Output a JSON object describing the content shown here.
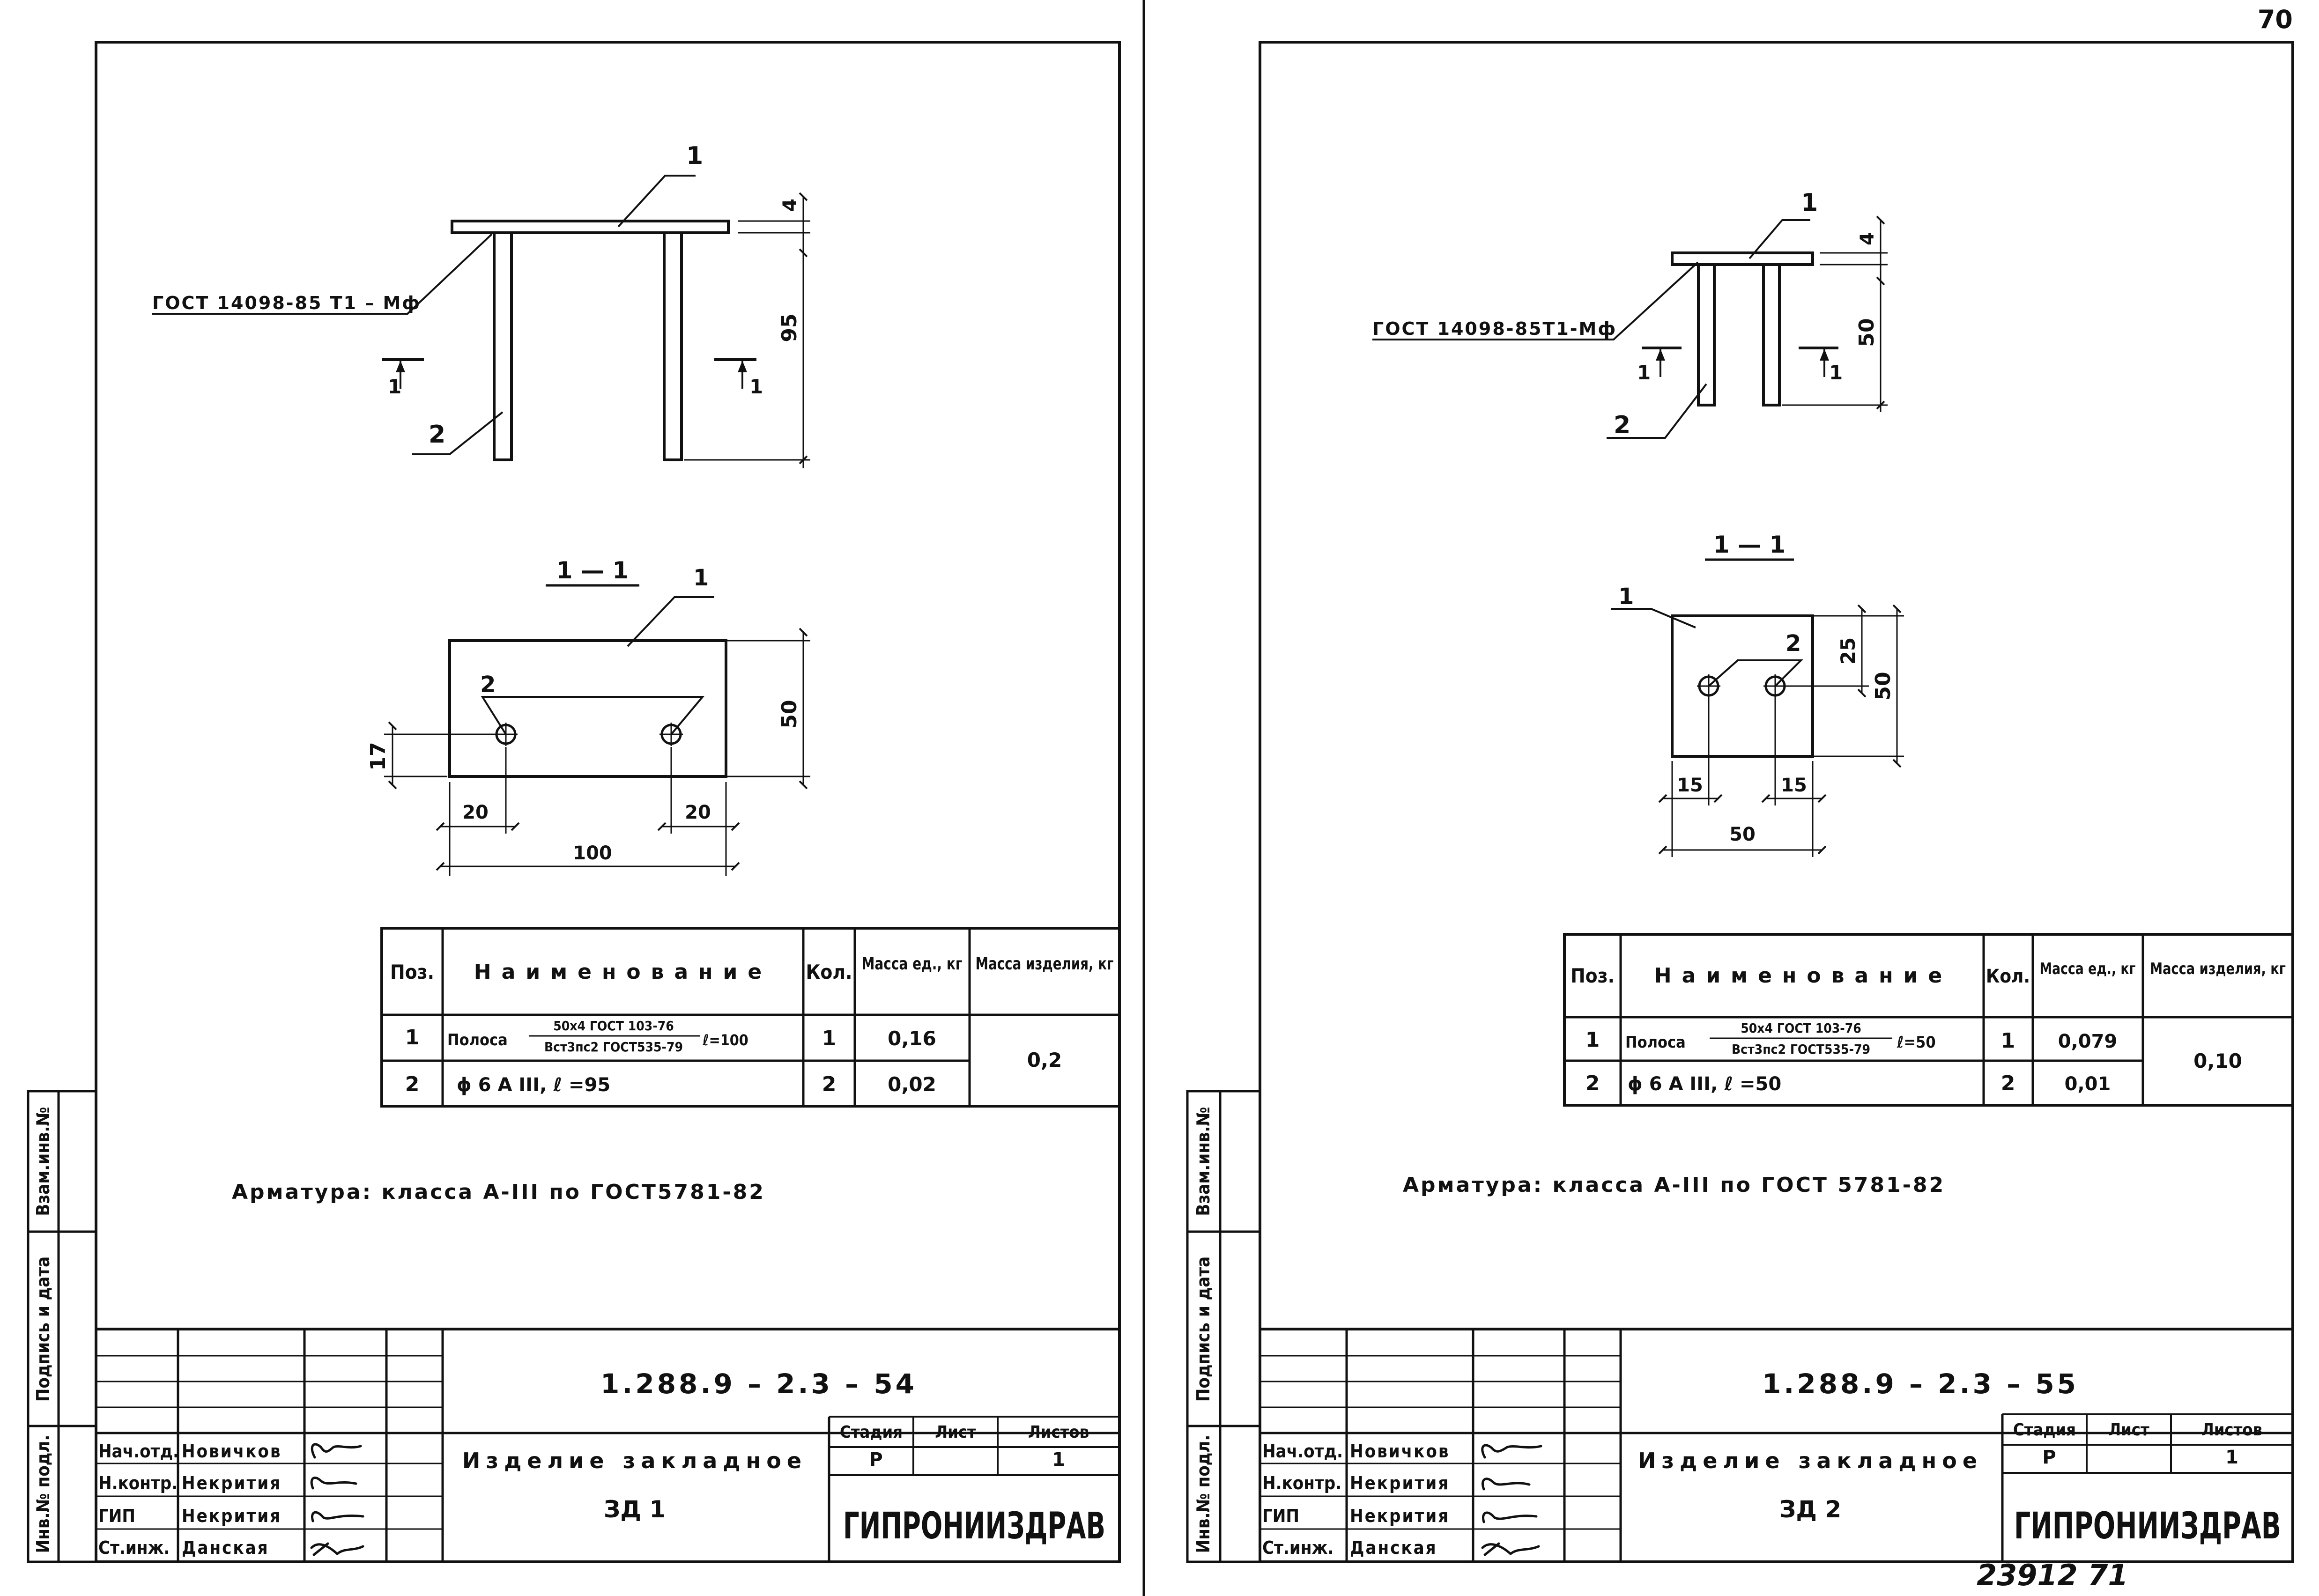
{
  "page_number": "70",
  "footer_note": "23912   71",
  "sheets": [
    {
      "id": "left",
      "elevation": {
        "callout_top": "1",
        "callout_bar": "2",
        "weld_note": "ГОСТ 14098-85 Т1 – Мф",
        "section_mark": "1",
        "dim_plate_thickness": "4",
        "dim_height": "95"
      },
      "section": {
        "title": "1 — 1",
        "callout_plate": "1",
        "callout_bar": "2",
        "dim_height": "50",
        "dim_bar_offset": "17",
        "dim_edge_left": "20",
        "dim_edge_right": "20",
        "dim_width": "100"
      },
      "spec": {
        "headers": [
          "Поз.",
          "Наименование",
          "Кол.",
          "Масса ед., кг",
          "Масса изделия, кг"
        ],
        "rows": [
          {
            "pos": "1",
            "name_prefix": "Полоса",
            "name_top": "50x4 ГОСТ 103-76",
            "name_bottom": "Вст3пс2 ГОСТ535-79",
            "name_suffix": "ℓ=100",
            "qty": "1",
            "mass": "0,16"
          },
          {
            "pos": "2",
            "name": "ϕ 6 А III, ℓ =95",
            "qty": "2",
            "mass": "0,02"
          }
        ],
        "total_mass": "0,2"
      },
      "rebar_note": "Арматура: класса А-III по ГОСТ5781-82",
      "title_block": {
        "doc_code": "1.288.9 – 2.3 – 54",
        "name": "Изделие закладное",
        "mark": "ЗД 1",
        "stage_label": "Стадия",
        "sheet_label": "Лист",
        "sheets_label": "Листов",
        "stage": "Р",
        "sheets": "1",
        "org": "ГИПРОНИИЗДРАВ",
        "staff": [
          {
            "role": "Нач.отд.",
            "person": "Новичков"
          },
          {
            "role": "Н.контр.",
            "person": "Некрития"
          },
          {
            "role": "ГИП",
            "person": "Некрития"
          },
          {
            "role": "Ст.инж.",
            "person": "Данская"
          }
        ]
      },
      "side_labels": [
        "Инв.№ подл.",
        "Подпись и дата",
        "Взам.инв.№"
      ]
    },
    {
      "id": "right",
      "elevation": {
        "callout_top": "1",
        "callout_bar": "2",
        "weld_note": "ГОСТ 14098-85Т1-Мф",
        "section_mark": "1",
        "dim_plate_thickness": "4",
        "dim_height": "50"
      },
      "section": {
        "title": "1 — 1",
        "callout_plate": "1",
        "callout_bar": "2",
        "dim_height": "50",
        "dim_bar_offset": "25",
        "dim_edge_left": "15",
        "dim_edge_right": "15",
        "dim_width": "50"
      },
      "spec": {
        "headers": [
          "Поз.",
          "Наименование",
          "Кол.",
          "Масса ед., кг",
          "Масса изделия, кг"
        ],
        "rows": [
          {
            "pos": "1",
            "name_prefix": "Полоса",
            "name_top": "50x4 ГОСТ 103-76",
            "name_bottom": "Вст3пс2 ГОСТ535-79",
            "name_suffix": "ℓ=50",
            "qty": "1",
            "mass": "0,079"
          },
          {
            "pos": "2",
            "name": "ϕ 6 А III, ℓ =50",
            "qty": "2",
            "mass": "0,01"
          }
        ],
        "total_mass": "0,10"
      },
      "rebar_note": "Арматура: класса А-III по ГОСТ 5781-82",
      "title_block": {
        "doc_code": "1.288.9 – 2.3 – 55",
        "name": "Изделие закладное",
        "mark": "ЗД 2",
        "stage_label": "Стадия",
        "sheet_label": "Лист",
        "sheets_label": "Листов",
        "stage": "Р",
        "sheets": "1",
        "org": "ГИПРОНИИЗДРАВ",
        "staff": [
          {
            "role": "Нач.отд.",
            "person": "Новичков"
          },
          {
            "role": "Н.контр.",
            "person": "Некрития"
          },
          {
            "role": "ГИП",
            "person": "Некрития"
          },
          {
            "role": "Ст.инж.",
            "person": "Данская"
          }
        ]
      },
      "side_labels": [
        "Инв.№ подл.",
        "Подпись и дата",
        "Взам.инв.№"
      ]
    }
  ]
}
